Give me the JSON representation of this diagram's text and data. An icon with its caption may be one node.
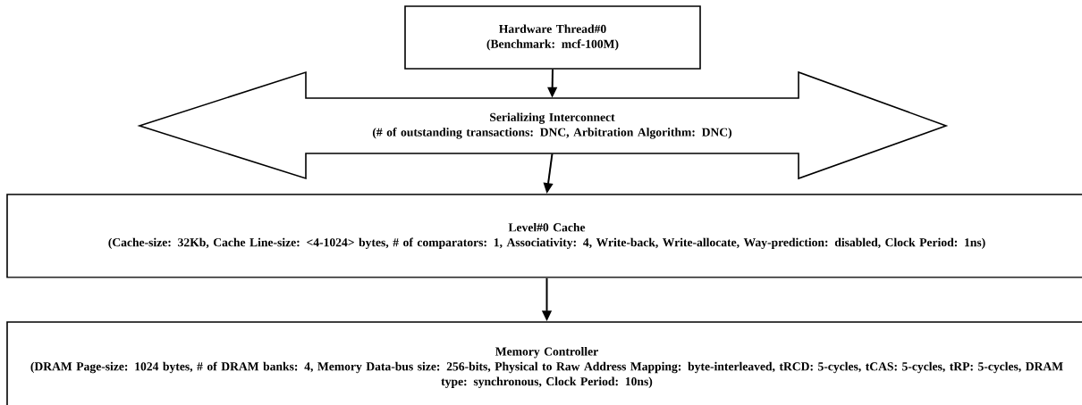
{
  "diagram": {
    "nodes": [
      {
        "text": [
          "Hardware Thread#0",
          "(Benchmark: mcf-100M)"
        ]
      },
      {
        "text": [
          "Serializing Interconnect",
          "(# of outstanding transactions: DNC, Arbitration Algorithm: DNC)"
        ]
      },
      {
        "text": [
          "Level#0 Cache",
          "(Cache-size: 32Kb, Cache Line-size: <4-1024> bytes, # of comparators: 1, Associativity: 4, Write-back, Write-allocate, Way-prediction: disabled, Clock Period: 1ns)"
        ]
      },
      {
        "text": [
          "Memory Controller",
          "(DRAM Page-size: 1024 bytes, # of DRAM banks: 4, Memory Data-bus size: 256-bits, Physical to Raw Address Mapping: byte-interleaved, tRCD: 5-cycles, tCAS: 5-cycles, tRP: 5-cycles, DRAM type: synchronous, Clock Period: 10ns)"
        ]
      }
    ],
    "edges": [
      {
        "from": 0,
        "to": 1,
        "arrow": "to"
      },
      {
        "from": 1,
        "to": 2,
        "arrow": "to"
      },
      {
        "from": 2,
        "to": 3,
        "arrow": "to"
      }
    ]
  }
}
